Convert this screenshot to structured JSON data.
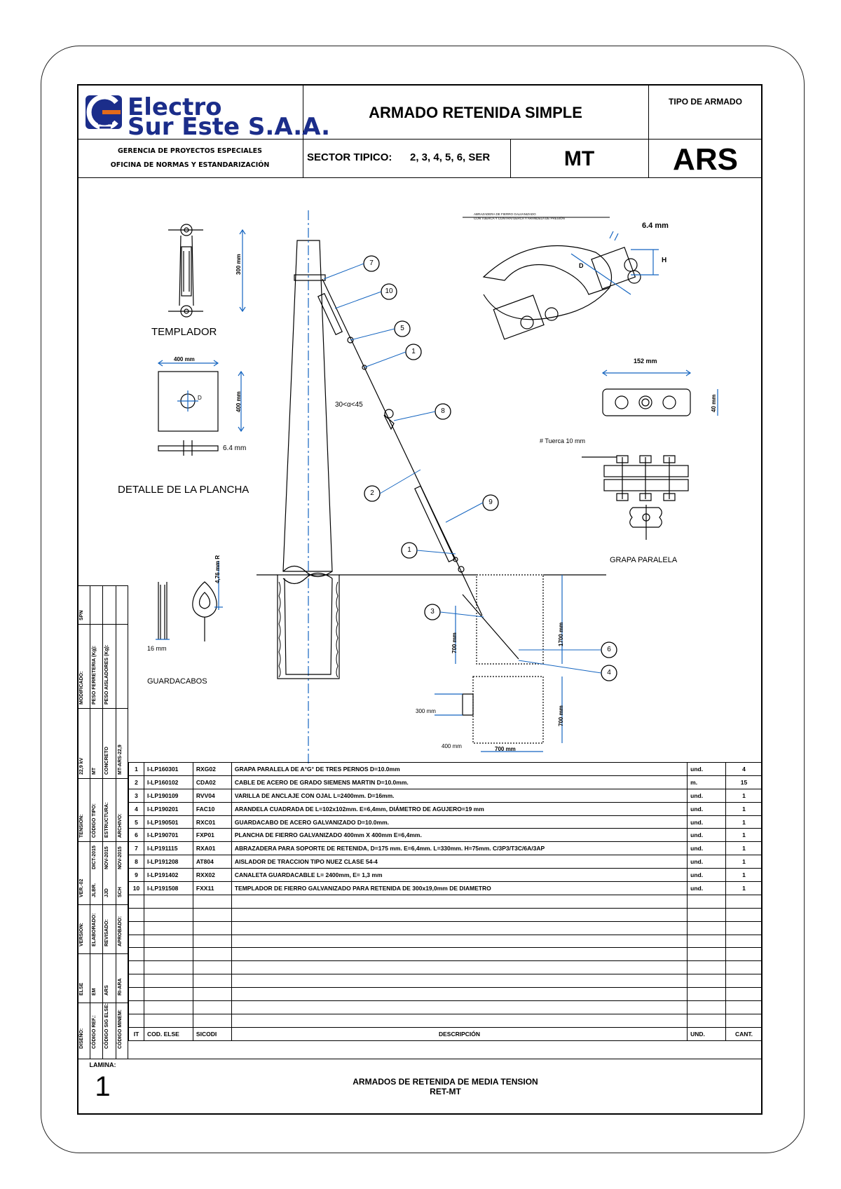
{
  "header": {
    "company_line1": "Electro",
    "company_line2": "Sur Este S.A.A.",
    "title": "ARMADO RETENIDA SIMPLE",
    "armado_type_label": "TIPO DE ARMADO",
    "armado_code": "ARS",
    "department_line1": "GERENCIA DE PROYECTOS ESPECIALES",
    "department_line2": "OFICINA DE NORMAS Y ESTANDARIZACIÓN",
    "sector_label": "SECTOR TIPICO:",
    "sector_values": "2, 3, 4, 5, 6, SER",
    "voltage": "MT"
  },
  "drawing": {
    "templador_label": "TEMPLADOR",
    "templador_dim": "300 mm",
    "plancha_label": "DETALLE DE LA PLANCHA",
    "plancha_width": "400 mm",
    "plancha_height": "400 mm",
    "plancha_thickness": "6.4 mm",
    "plancha_hole": "D",
    "guardacabos_label": "GUARDACABOS",
    "guardacabos_dim1": "16 mm",
    "guardacabos_dim2": "4,76 mm R",
    "angle_label": "30<α<45",
    "abrazadera_note_line1": "ABRAZADERA DE FIERRO GALVANIZADO",
    "abrazadera_note_line2": "CON TUERCA Y CONTRATUERCA Y ARANDELA DE PRESIÓN",
    "abrazadera_thickness": "6.4 mm",
    "abrazadera_h": "H",
    "abrazadera_d": "D",
    "grapa_width": "152 mm",
    "grapa_height": "40 mm",
    "grapa_tuerca": "# Tuerca 10 mm",
    "grapa_label": "GRAPA PARALELA",
    "anchor_depth": "1700 mm",
    "anchor_block": "700 mm",
    "base_700a": "700 mm",
    "base_700b": "700 mm",
    "base_300": "300 mm",
    "base_400": "400 mm",
    "callouts": [
      "7",
      "10",
      "5",
      "1",
      "8",
      "2",
      "9",
      "1",
      "3",
      "6",
      "4"
    ]
  },
  "side_panel": {
    "labels": [
      "DISEÑO:",
      "CÓDIGO REF.:",
      "CÓDIGO SIG ELSE:",
      "CÓDIGO MINEM:",
      "ELSE",
      "EM",
      "ARS",
      "RI-ARA",
      "VERSION:",
      "ELABORADO:",
      "REVISADO:",
      "APROBADO:",
      "VER.-02",
      "JLBR.",
      "JJD",
      "SCH",
      "DICT-2015",
      "NOV-2015",
      "NOV-2015",
      "TENSIÓN:",
      "CÓDIGO TIPO:",
      "ESTRUCTURA:",
      "ARCHIVO:",
      "22,9 kV",
      "MT",
      "CONCRETO",
      "MT-ARS-22,9",
      "MODIFICADO:",
      "PESO FERRETERIA (Kg):",
      "PESO AISLADORES (Kg):",
      "SPN"
    ],
    "lamina_label": "LAMINA:",
    "lamina_number": "1"
  },
  "bom": {
    "headers": [
      "IT",
      "COD. ELSE",
      "SICODI",
      "DESCRIPCIÓN",
      "UND.",
      "CANT."
    ],
    "rows": [
      [
        "1",
        "I-LP160301",
        "RXG02",
        "GRAPA PARALELA DE A°G° DE TRES PERNOS D=10.0mm",
        "und.",
        "4"
      ],
      [
        "2",
        "I-LP160102",
        "CDA02",
        "CABLE DE ACERO DE GRADO SIEMENS MARTIN D=10.0mm.",
        "m.",
        "15"
      ],
      [
        "3",
        "I-LP190109",
        "RVV04",
        "VARILLA DE ANCLAJE CON OJAL L=2400mm. D=16mm.",
        "und.",
        "1"
      ],
      [
        "4",
        "I-LP190201",
        "FAC10",
        "ARANDELA CUADRADA DE L=102x102mm. E=6,4mm, DIÁMETRO DE AGUJERO=19 mm",
        "und.",
        "1"
      ],
      [
        "5",
        "I-LP190501",
        "RXC01",
        "GUARDACABO DE ACERO GALVANIZADO D=10.0mm.",
        "und.",
        "1"
      ],
      [
        "6",
        "I-LP190701",
        "FXP01",
        "PLANCHA DE FIERRO GALVANIZADO 400mm X 400mm E=6,4mm.",
        "und.",
        "1"
      ],
      [
        "7",
        "I-LP191115",
        "RXA01",
        "ABRAZADERA PARA SOPORTE DE RETENIDA, D=175 mm. E=6,4mm. L=330mm. H=75mm. C/3P3/T3C/6A/3AP",
        "und.",
        "1"
      ],
      [
        "8",
        "I-LP191208",
        "AT804",
        "AISLADOR DE TRACCION TIPO NUEZ CLASE 54-4",
        "und.",
        "1"
      ],
      [
        "9",
        "I-LP191402",
        "RXX02",
        "CANALETA GUARDACABLE L= 2400mm, E= 1,3 mm",
        "und.",
        "1"
      ],
      [
        "10",
        "I-LP191508",
        "FXX11",
        "TEMPLADOR DE FIERRO GALVANIZADO PARA RETENIDA DE 300x19,0mm DE DIAMETRO",
        "und.",
        "1"
      ]
    ],
    "empty_rows": 10
  },
  "footer": {
    "line1": "ARMADOS DE RETENIDA DE MEDIA TENSION",
    "line2": "RET-MT"
  }
}
